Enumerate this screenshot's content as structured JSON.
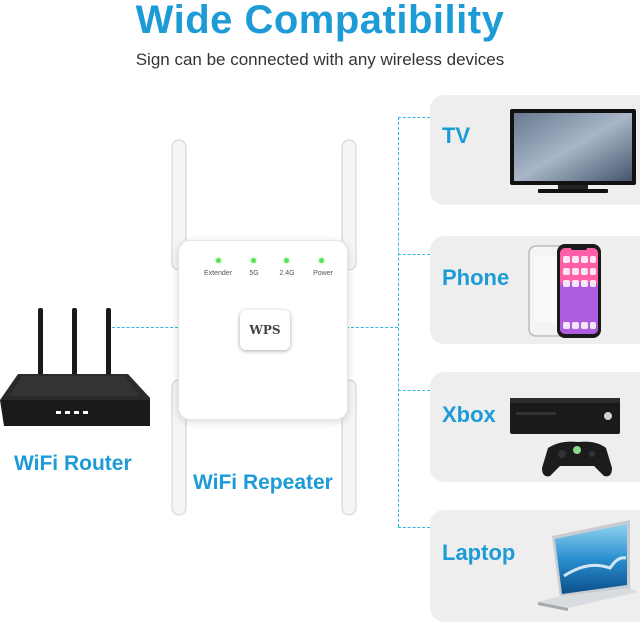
{
  "header": {
    "title": "Wide Compatibility",
    "subtitle": "Sign can be connected with any wireless devices"
  },
  "devices": [
    {
      "label": "TV",
      "icon": "tv-icon"
    },
    {
      "label": "Phone",
      "icon": "phone-icon"
    },
    {
      "label": "Xbox",
      "icon": "xbox-icon"
    },
    {
      "label": "Laptop",
      "icon": "laptop-icon"
    }
  ],
  "router": {
    "caption": "WiFi Router",
    "icon": "router-icon"
  },
  "repeater": {
    "caption": "WiFi Repeater",
    "wps_label": "WPS",
    "led_labels": [
      "Extender",
      "5G",
      "2.4G",
      "Power"
    ]
  },
  "colors": {
    "accent": "#1d9bd7",
    "dashed_line": "#33b5e5",
    "card_bg": "#eeeeee",
    "led": "#5ee05a"
  }
}
